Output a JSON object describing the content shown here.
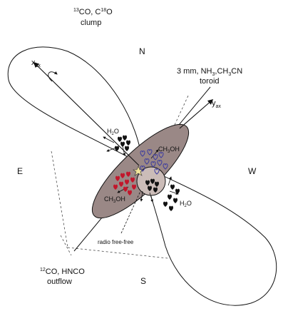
{
  "labels": {
    "clump_line1": {
      "pre": "13",
      "a": "CO, C",
      "mid": "18",
      "b": "O"
    },
    "clump_line2": "clump",
    "north": "N",
    "south": "S",
    "east": "E",
    "west": "W",
    "x_axis": {
      "main": "x",
      "sub": "ax"
    },
    "y_axis": {
      "main": "y",
      "sub": "ax"
    },
    "toroid_line1": {
      "a": "3 mm, NH",
      "s1": "3",
      "b": ",CH",
      "s2": "3",
      "c": "CN"
    },
    "toroid_line2": "toroid",
    "h2o_upper": {
      "a": "H",
      "s": "2",
      "b": "O"
    },
    "h2o_lower": {
      "a": "H",
      "s": "2",
      "b": "O"
    },
    "ch3oh_upper": {
      "a": "CH",
      "s": "3",
      "b": "OH"
    },
    "ch3oh_lower": {
      "a": "CH",
      "s": "3",
      "b": "OH"
    },
    "radio": "radio free-free",
    "outflow_line1": {
      "pre": "12",
      "a": "CO, HNCO"
    },
    "outflow_line2": "outflow"
  },
  "colors": {
    "toroid_fill": "#9a8886",
    "core_fill": "#cbbcb8",
    "red_maser": "#c2162b",
    "blue_maser": "#3a3aa0",
    "black_maser": "#111111",
    "star": "#f3e69a"
  }
}
